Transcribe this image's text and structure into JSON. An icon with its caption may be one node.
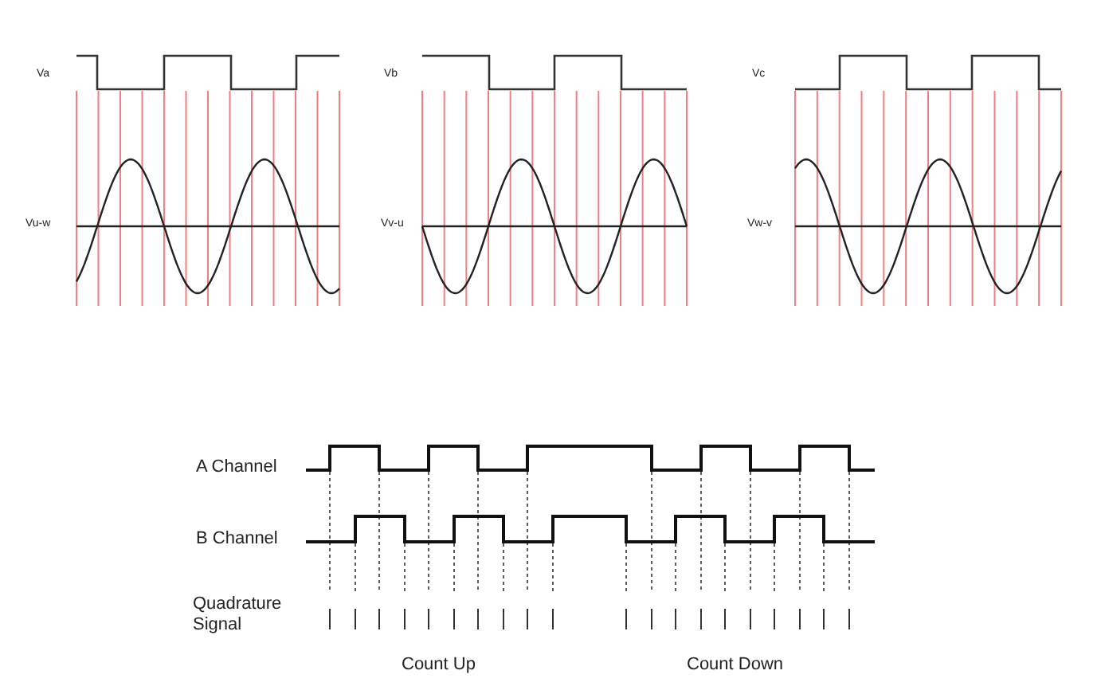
{
  "diagram": {
    "labels": [
      "Va",
      "Vu-w",
      "Vb",
      "Vv-u",
      "Vc",
      "Vw-v",
      "A Channel",
      "B Channel",
      "Quadrature Signal",
      "Count Up",
      "Count Down"
    ]
  }
}
